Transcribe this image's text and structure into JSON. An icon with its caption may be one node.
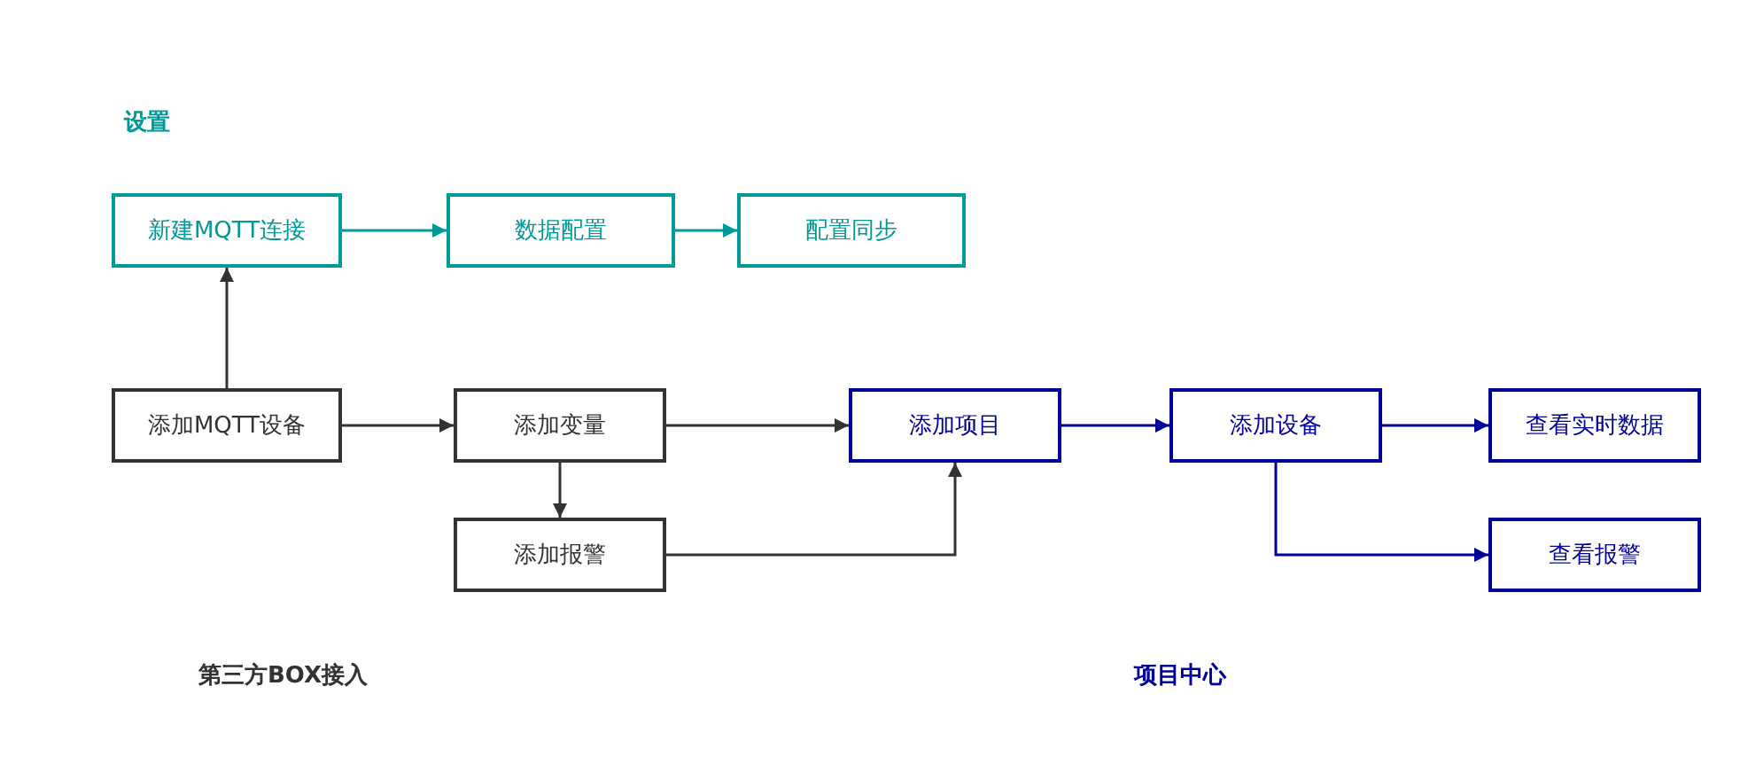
{
  "diagram": {
    "nodes": [
      {
        "text": [
          "新建MQTT连接"
        ]
      },
      {
        "text": [
          "数据配置"
        ]
      },
      {
        "text": [
          "配置同步"
        ]
      },
      {
        "text": [
          "添加MQTT设备"
        ]
      },
      {
        "text": [
          "添加变量"
        ]
      },
      {
        "text": [
          "添加报警"
        ]
      },
      {
        "text": [
          "添加项目"
        ]
      },
      {
        "text": [
          "添加设备"
        ]
      },
      {
        "text": [
          "查看实时数据"
        ]
      },
      {
        "text": [
          "查看报警"
        ]
      }
    ],
    "edges": [
      {
        "from": 0,
        "to": 1,
        "arrow": "to",
        "color": "#009999"
      },
      {
        "from": 1,
        "to": 2,
        "arrow": "to",
        "color": "#009999"
      },
      {
        "from": 3,
        "to": 0,
        "arrow": "to"
      },
      {
        "from": 3,
        "to": 4,
        "arrow": "to"
      },
      {
        "from": 4,
        "to": 6,
        "arrow": "to"
      },
      {
        "from": 4,
        "to": 5,
        "arrow": "to"
      },
      {
        "from": 5,
        "to": 6,
        "arrow": "to"
      },
      {
        "from": 6,
        "to": 7,
        "arrow": "to",
        "color": "#000099"
      },
      {
        "from": 7,
        "to": 8,
        "arrow": "to",
        "color": "#000099"
      },
      {
        "from": 7,
        "to": 9,
        "arrow": "to",
        "color": "#000099"
      }
    ],
    "labels": [
      "设置",
      "第三方BOX接入",
      "项目中心"
    ]
  }
}
